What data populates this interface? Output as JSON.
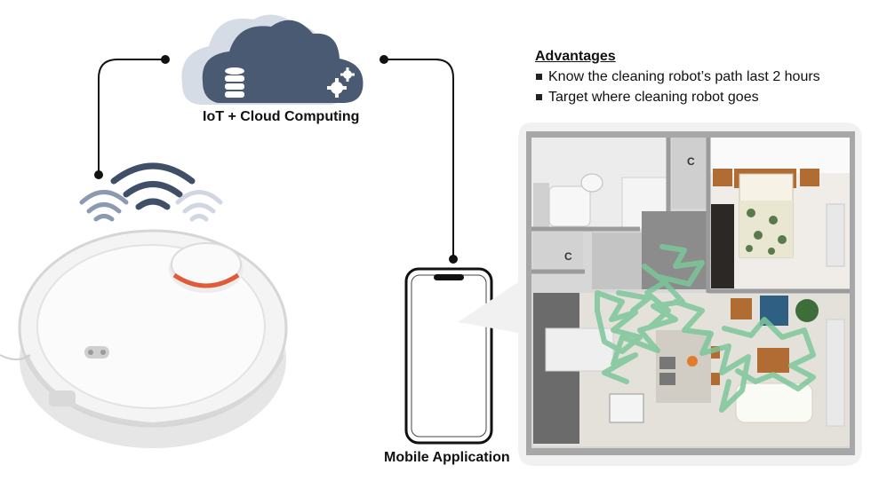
{
  "cloud": {
    "label": "IoT + Cloud Computing",
    "icons": [
      "database-icon",
      "gears-icon"
    ]
  },
  "robot": {
    "name": "robot-vacuum"
  },
  "phone": {
    "label": "Mobile Application"
  },
  "advantages": {
    "title": "Advantages",
    "items": [
      "Know the cleaning robot’s path last 2 hours",
      "Target where cleaning robot goes"
    ]
  },
  "floorplan": {
    "room_labels": [
      "C",
      "C"
    ]
  },
  "colors": {
    "cloud_dark": "#4a5a73",
    "cloud_light": "#d5dce6",
    "wifi_dark": "#3f4f68",
    "wifi_mid": "#8a9ab0",
    "wifi_light": "#d0d7e2",
    "path_green": "#7cc79a",
    "connector": "#111111"
  }
}
